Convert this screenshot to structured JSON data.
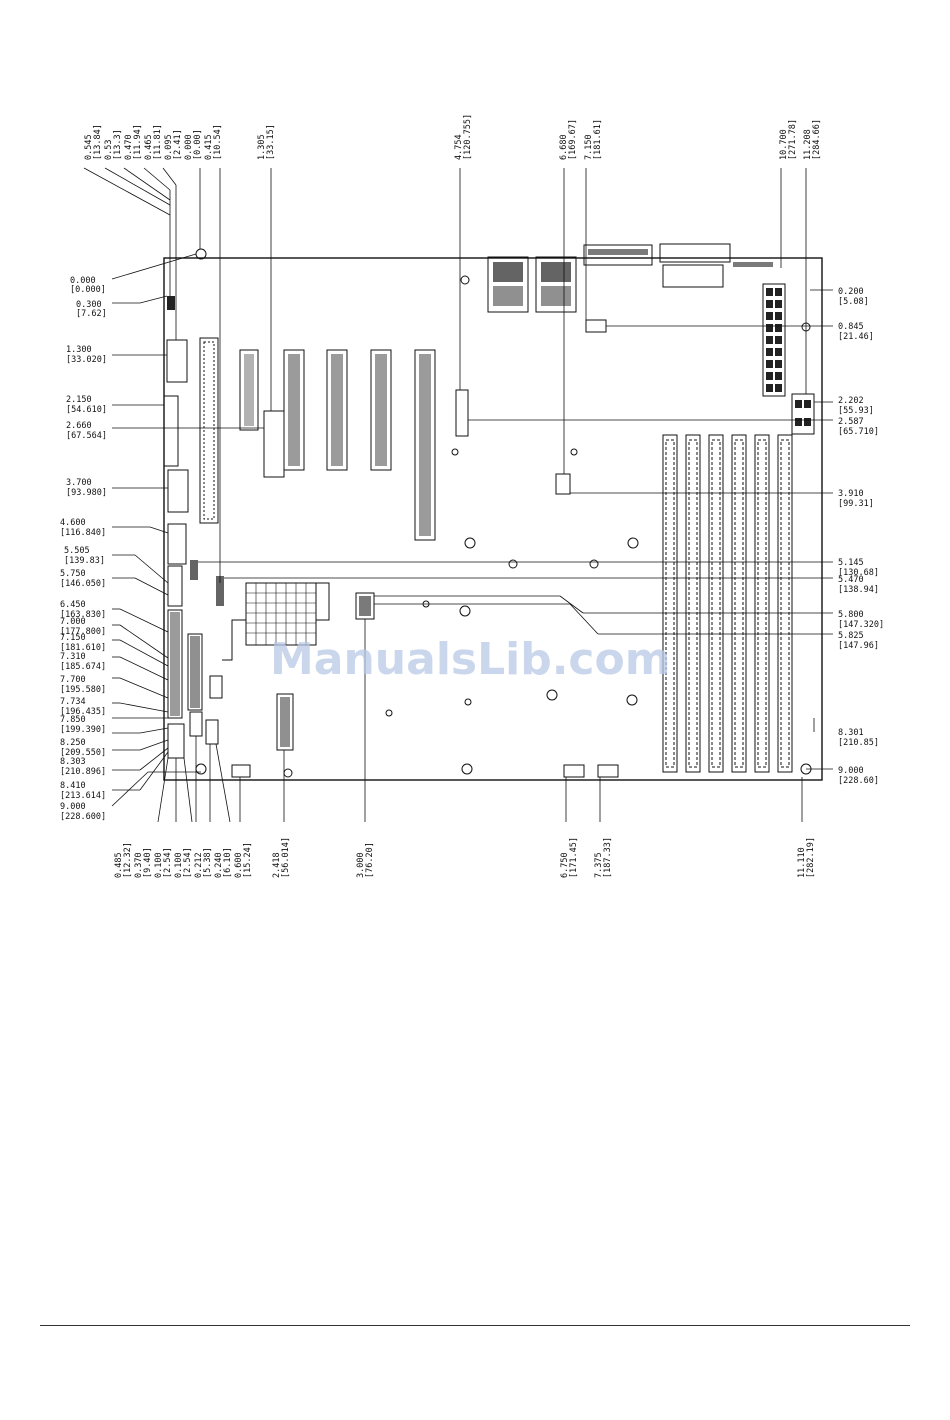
{
  "watermark": "ManualsLib.com",
  "left_dims": [
    {
      "v": "0.000",
      "m": "[0.000]"
    },
    {
      "v": "0.300",
      "m": "[7.62]"
    },
    {
      "v": "1.300",
      "m": "[33.020]"
    },
    {
      "v": "2.150",
      "m": "[54.610]"
    },
    {
      "v": "2.660",
      "m": "[67.564]"
    },
    {
      "v": "3.700",
      "m": "[93.980]"
    },
    {
      "v": "4.600",
      "m": "[116.840]"
    },
    {
      "v": "5.505",
      "m": "[139.83]"
    },
    {
      "v": "5.750",
      "m": "[146.050]"
    },
    {
      "v": "6.450",
      "m": "[163.830]"
    },
    {
      "v": "7.000",
      "m": "[177.800]"
    },
    {
      "v": "7.150",
      "m": "[181.610]"
    },
    {
      "v": "7.310",
      "m": "[185.674]"
    },
    {
      "v": "7.700",
      "m": "[195.580]"
    },
    {
      "v": "7.734",
      "m": "[196.435]"
    },
    {
      "v": "7.850",
      "m": "[199.390]"
    },
    {
      "v": "8.250",
      "m": "[209.550]"
    },
    {
      "v": "8.303",
      "m": "[210.896]"
    },
    {
      "v": "8.410",
      "m": "[213.614]"
    },
    {
      "v": "9.000",
      "m": "[228.600]"
    }
  ],
  "right_dims": [
    {
      "v": "0.200",
      "m": "[5.08]"
    },
    {
      "v": "0.845",
      "m": "[21.46]"
    },
    {
      "v": "2.202",
      "m": "[55.93]"
    },
    {
      "v": "2.587",
      "m": "[65.710]"
    },
    {
      "v": "3.910",
      "m": "[99.31]"
    },
    {
      "v": "5.145",
      "m": "[130.68]"
    },
    {
      "v": "5.470",
      "m": "[138.94]"
    },
    {
      "v": "5.800",
      "m": "[147.320]"
    },
    {
      "v": "5.825",
      "m": "[147.96]"
    },
    {
      "v": "8.301",
      "m": "[210.85]"
    },
    {
      "v": "9.000",
      "m": "[228.60]"
    }
  ],
  "top_dims": [
    {
      "v": "0.545",
      "m": "[13.84]"
    },
    {
      "v": "0.53",
      "m": "[13.3]"
    },
    {
      "v": "0.470",
      "m": "[11.94]"
    },
    {
      "v": "0.465",
      "m": "[11.81]"
    },
    {
      "v": "0.095",
      "m": "[2.41]"
    },
    {
      "v": "0.000",
      "m": "[0.00]"
    },
    {
      "v": "0.415",
      "m": "[10.54]"
    },
    {
      "v": "1.305",
      "m": "[33.15]"
    },
    {
      "v": "4.754",
      "m": "[120.755]"
    },
    {
      "v": "6.680",
      "m": "[169.67]"
    },
    {
      "v": "7.150",
      "m": "[181.61]"
    },
    {
      "v": "10.700",
      "m": "[271.78]"
    },
    {
      "v": "11.208",
      "m": "[284.66]"
    }
  ],
  "bottom_dims": [
    {
      "v": "0.485",
      "m": "[12.32]"
    },
    {
      "v": "0.370",
      "m": "[9.40]"
    },
    {
      "v": "0.100",
      "m": "[2.54]"
    },
    {
      "v": "0.100",
      "m": "[2.54]"
    },
    {
      "v": "0.212",
      "m": "[5.38]"
    },
    {
      "v": "0.240",
      "m": "[6.10]"
    },
    {
      "v": "0.600",
      "m": "[15.24]"
    },
    {
      "v": "2.418",
      "m": "[56.014]"
    },
    {
      "v": "3.000",
      "m": "[76.20]"
    },
    {
      "v": "6.750",
      "m": "[171.45]"
    },
    {
      "v": "7.375",
      "m": "[187.33]"
    },
    {
      "v": "11.110",
      "m": "[282.19]"
    }
  ]
}
